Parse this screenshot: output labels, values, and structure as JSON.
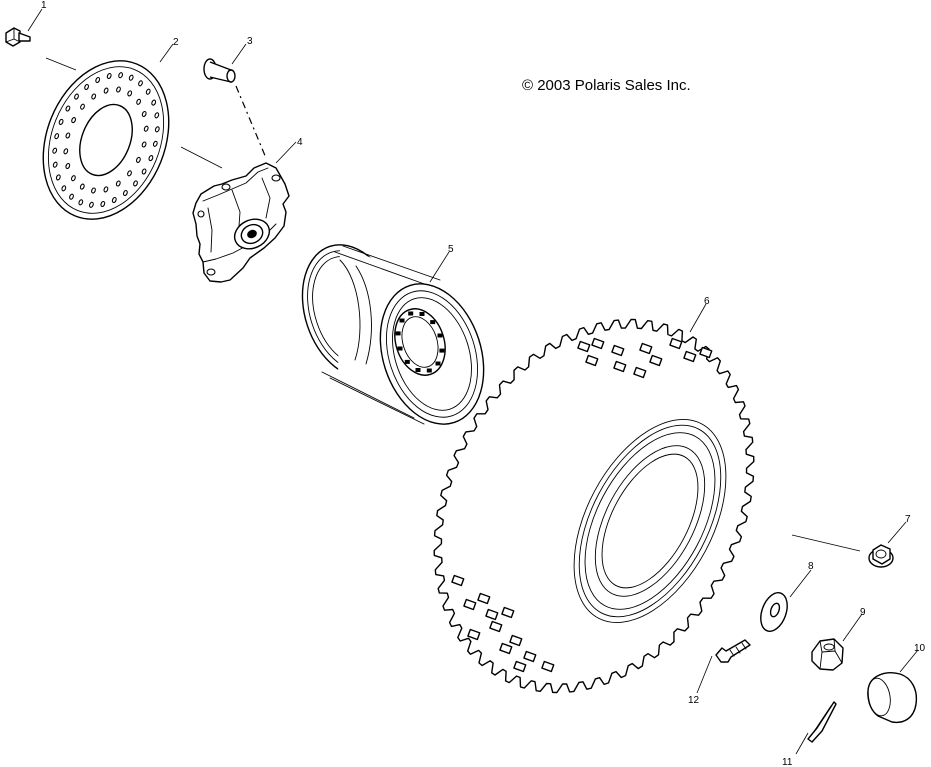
{
  "copyright": "© 2003 Polaris Sales Inc.",
  "callouts": [
    {
      "id": "1",
      "label": "1",
      "part": "bolt"
    },
    {
      "id": "2",
      "label": "2",
      "part": "brake-disc"
    },
    {
      "id": "3",
      "label": "3",
      "part": "stud"
    },
    {
      "id": "4",
      "label": "4",
      "part": "wheel-hub"
    },
    {
      "id": "5",
      "label": "5",
      "part": "wheel-rim"
    },
    {
      "id": "6",
      "label": "6",
      "part": "tire"
    },
    {
      "id": "7",
      "label": "7",
      "part": "flange-nut"
    },
    {
      "id": "8",
      "label": "8",
      "part": "washer"
    },
    {
      "id": "9",
      "label": "9",
      "part": "castle-nut"
    },
    {
      "id": "10",
      "label": "10",
      "part": "hub-cap"
    },
    {
      "id": "11",
      "label": "11",
      "part": "cotter-pin"
    },
    {
      "id": "12",
      "label": "12",
      "part": "valve-stem"
    }
  ]
}
